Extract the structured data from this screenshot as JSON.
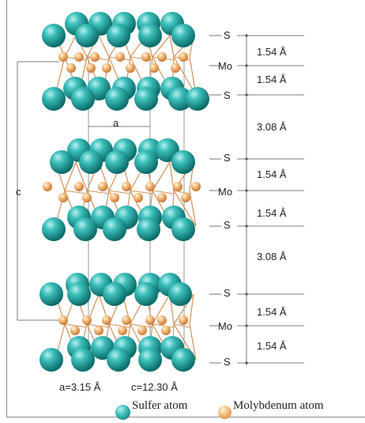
{
  "layer_labels": {
    "s1": "S",
    "mo1": "Mo",
    "s2": "S",
    "s3": "S",
    "mo2": "Mo",
    "s4": "S",
    "s5": "S",
    "mo3": "Mo",
    "s6": "S"
  },
  "distances": {
    "d1": "1.54 Å",
    "d2": "1.54 Å",
    "d3": "3.08 Å",
    "d4": "1.54 Å",
    "d5": "1.54 Å",
    "d6": "3.08 Å",
    "d7": "1.54 Å",
    "d8": "1.54 Å"
  },
  "axis_labels": {
    "a": "a",
    "c": "c"
  },
  "lattice_params": {
    "a": "a=3.15 Å",
    "c": "c=12.30 Å"
  },
  "legend": {
    "sulfur": "Sulfer atom",
    "molybdenum": "Molybdenum atom"
  },
  "colors": {
    "sulfur": "#2aa7a4",
    "sulfur_dark": "#0f6f6c",
    "molybdenum": "#f2b46a",
    "bond": "#d2925a",
    "guide": "#555555"
  }
}
